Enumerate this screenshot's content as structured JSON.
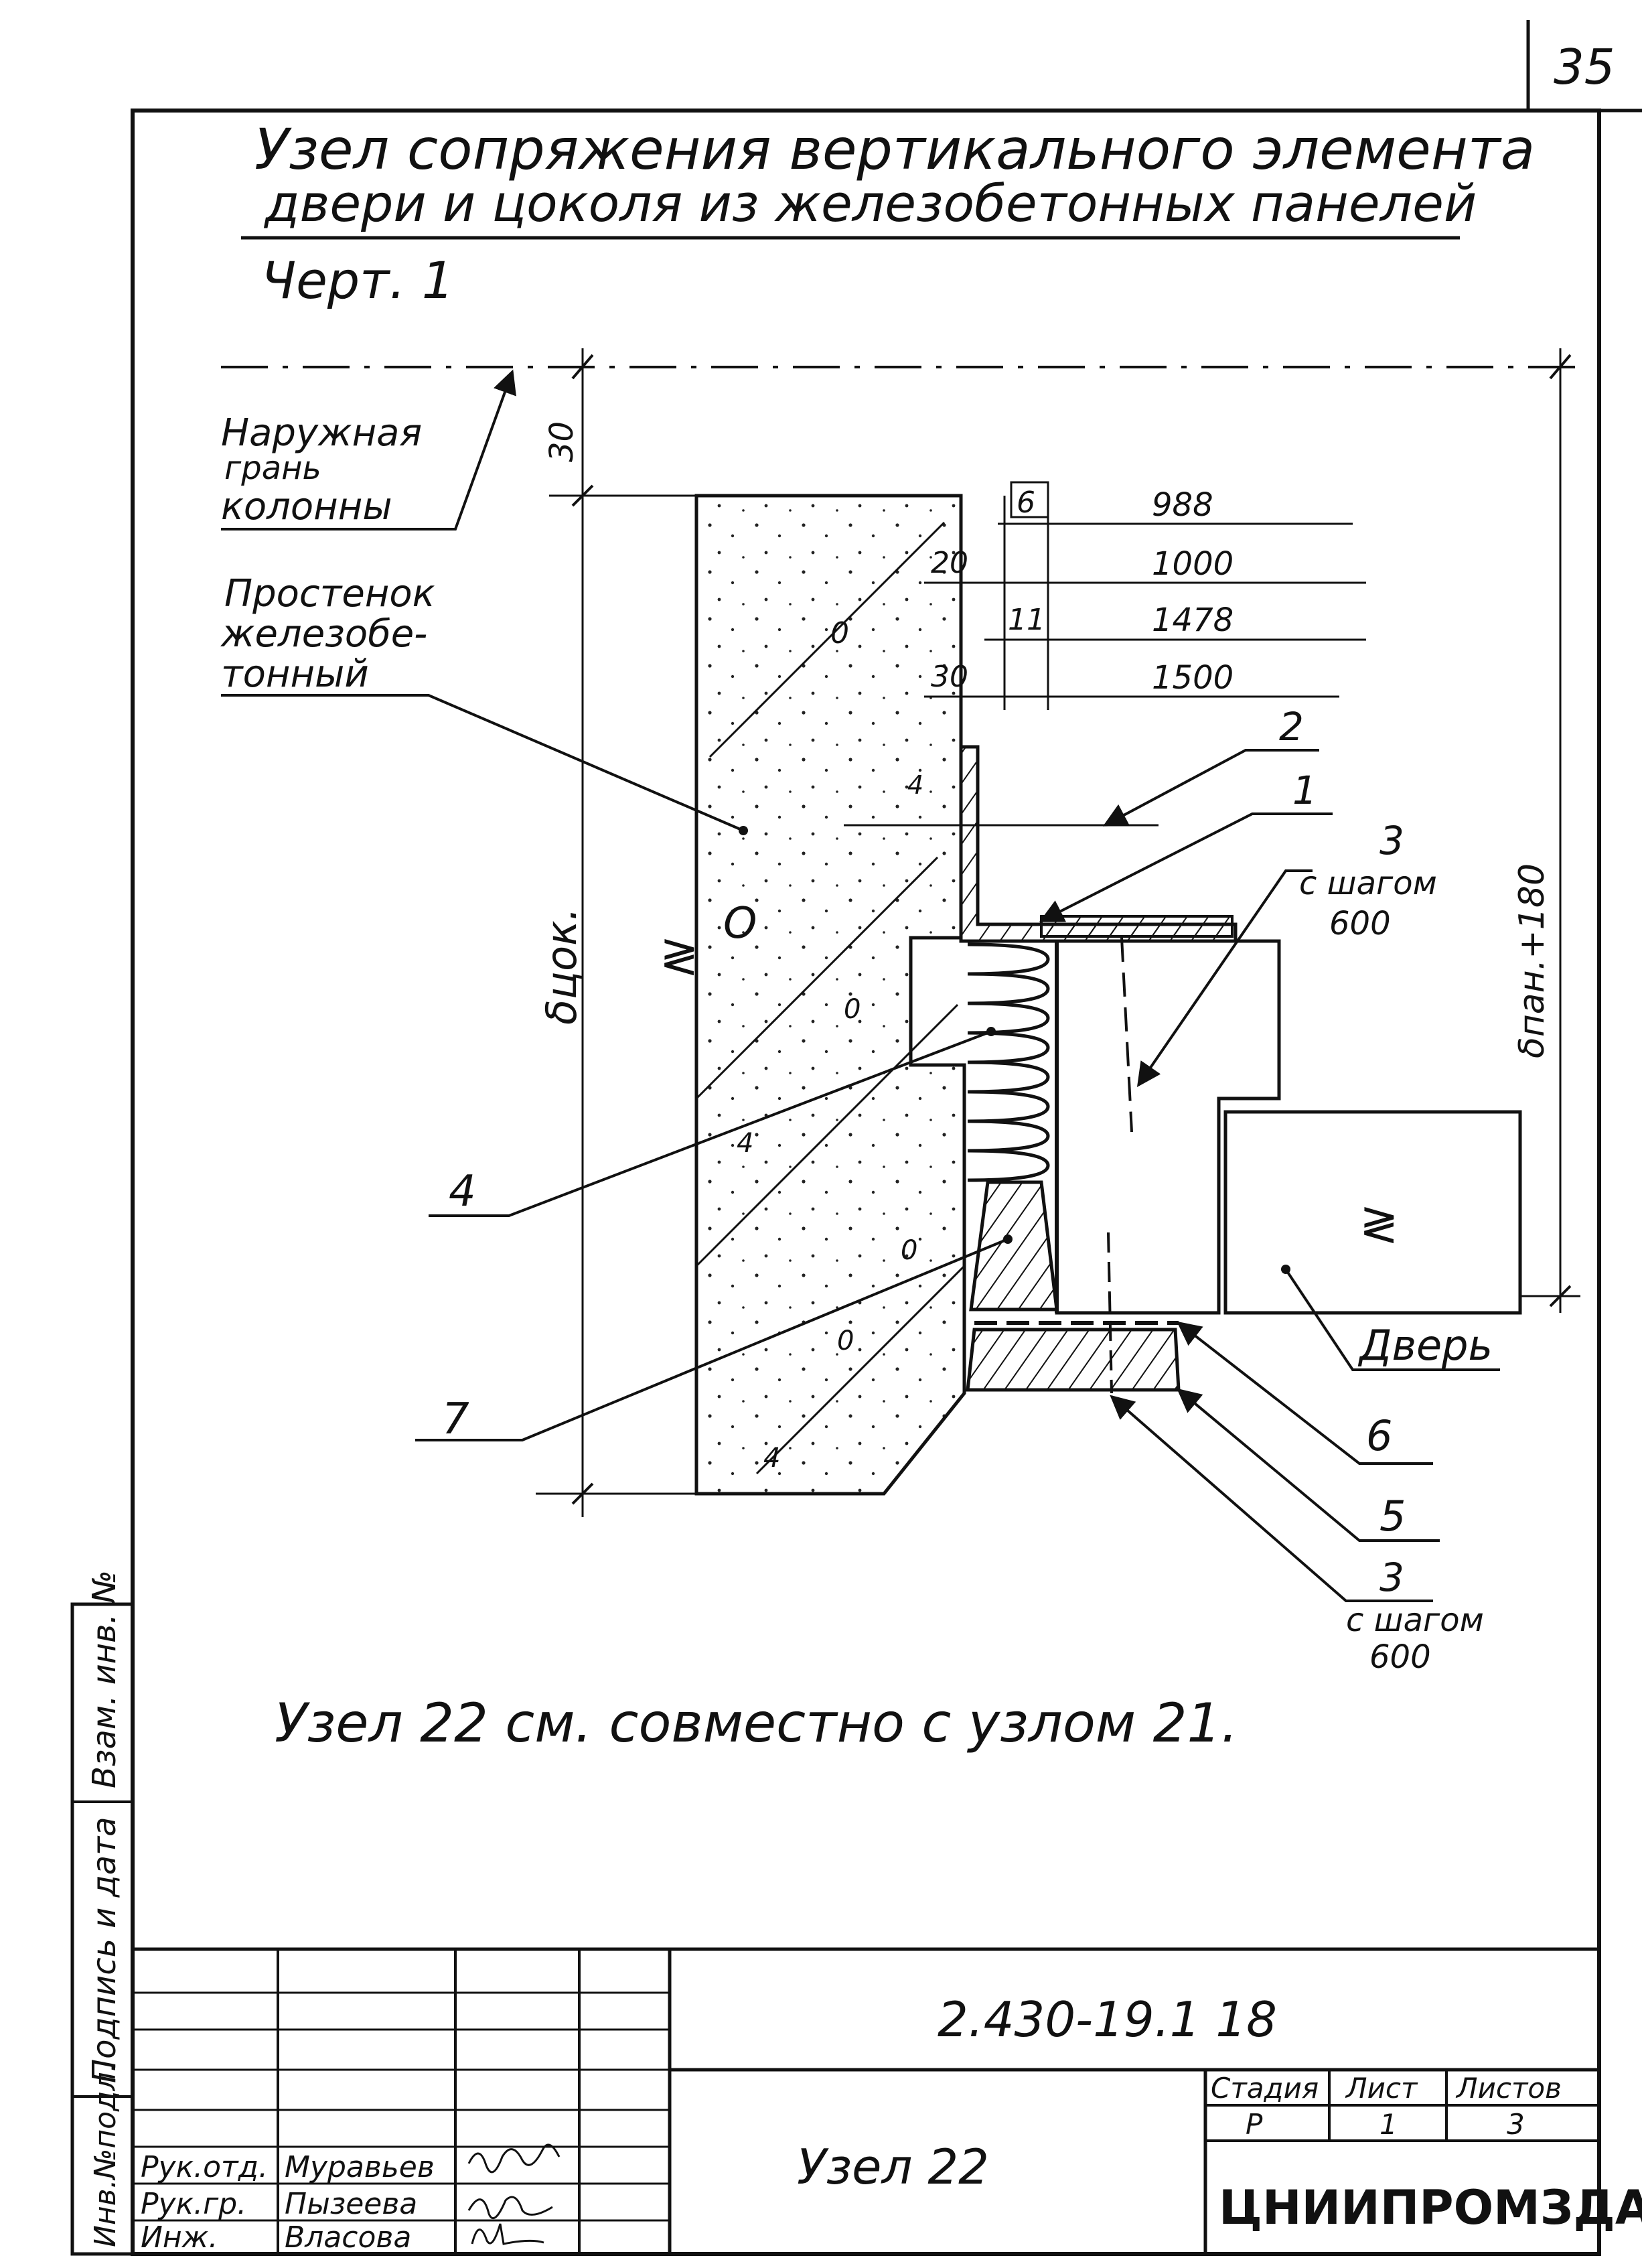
{
  "page_number": "35",
  "title": {
    "line1": "Узел сопряжения вертикального элемента",
    "line2": "двери и цоколя из железобетонных панелей"
  },
  "drawing_no": "Черт. 1",
  "callouts": {
    "outer_face": [
      "Наружная",
      "грань",
      "колонны"
    ],
    "pier": [
      "Простенок",
      "железобе-",
      "тонный"
    ],
    "door": "Дверь",
    "item_2": "2",
    "item_1": "1",
    "item_3_top": {
      "num": "3",
      "line1": "с шагом",
      "line2": "600"
    },
    "item_4": "4",
    "item_7": "7",
    "item_6": "6",
    "item_5": "5",
    "item_3_bottom": {
      "num": "3",
      "line1": "с шагом",
      "line2": "600"
    }
  },
  "dimensions": {
    "d30_top": "30",
    "d6": "6",
    "d20": "20",
    "d11": "11",
    "d30_mid": "30",
    "val_988": "988",
    "val_1000": "1000",
    "val_1478": "1478",
    "val_1500": "1500",
    "b_tsok": "δцок.",
    "b_pan": "δпан.+180"
  },
  "note": "Узел 22 см. совместно с узлом 21.",
  "side_stamp": {
    "inv_no": "Инв.№подл.",
    "sign_date": "Подпись и дата",
    "replace_inv": "Взам. инв. №"
  },
  "title_block": {
    "doc_code": "2.430-19.1 18",
    "sheet_title": "Узел 22",
    "stage_label": "Стадия",
    "sheet_label": "Лист",
    "sheets_label": "Листов",
    "stage": "Р",
    "sheet": "1",
    "sheets": "3",
    "organization": "ЦНИИПРОМЗДАНИЙ",
    "people": [
      {
        "role": "Рук.отд.",
        "name": "Муравьев"
      },
      {
        "role": "Рук.гр.",
        "name": "Пызеева"
      },
      {
        "role": "Инж.",
        "name": "Власова"
      }
    ]
  },
  "colors": {
    "ink": "#111111",
    "paper": "#ffffff"
  }
}
